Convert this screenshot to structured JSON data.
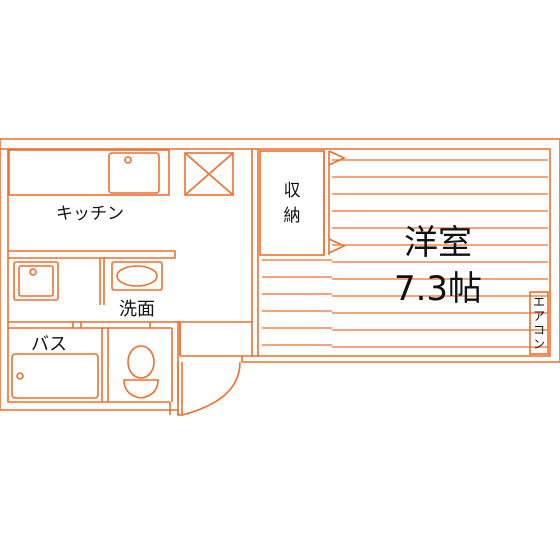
{
  "colors": {
    "wall": "#ee6f2f",
    "wall_fill": "#fbd9c8",
    "floor_lines": "#ee6f2f",
    "text": "#111111",
    "background": "#ffffff"
  },
  "rooms": {
    "kitchen": "キッチン",
    "storage": "収納",
    "western_room": "洋室",
    "western_room_size": "7.3帖",
    "washroom": "洗面",
    "bath": "バス",
    "aircon": "エアコン"
  }
}
